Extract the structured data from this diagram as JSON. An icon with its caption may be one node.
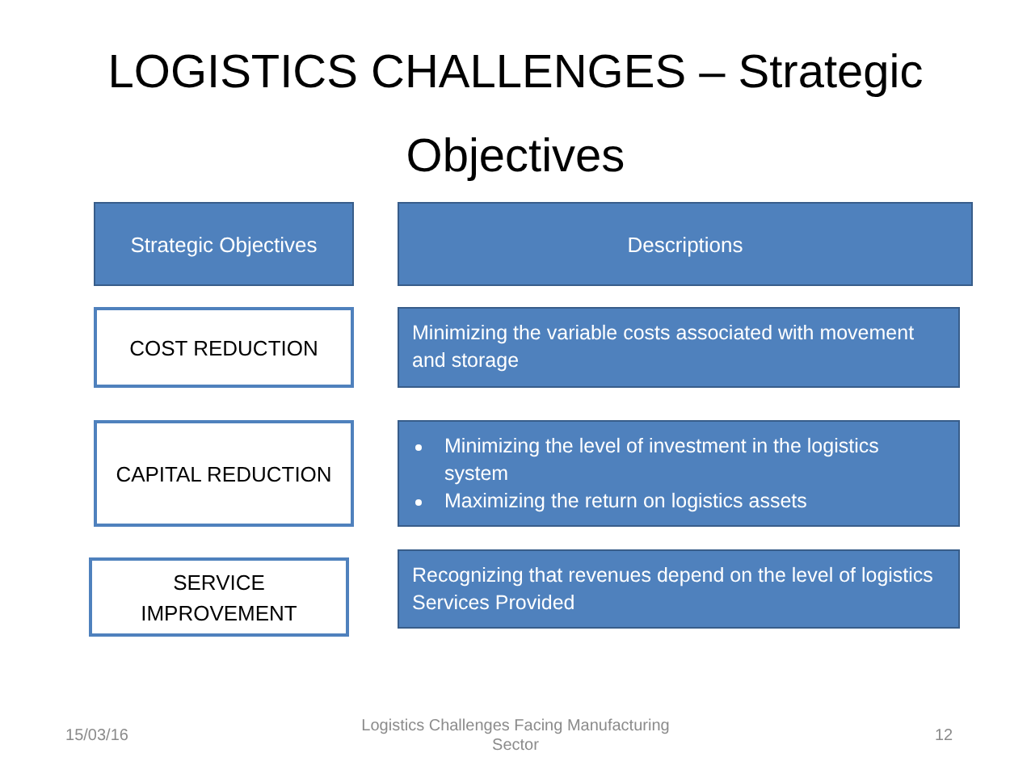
{
  "diagram": {
    "title": "LOGISTICS CHALLENGES – Strategic Objectives",
    "nodes": [
      {
        "text": [
          "Strategic Objectives"
        ]
      },
      {
        "text": [
          "Descriptions"
        ]
      },
      {
        "text": [
          "COST REDUCTION"
        ]
      },
      {
        "text": [
          "Minimizing the variable costs associated with movement and storage"
        ]
      },
      {
        "text": [
          "CAPITAL REDUCTION"
        ]
      },
      {
        "text": [
          "Minimizing the level of investment in the logistics system",
          "Maximizing the return on logistics assets"
        ]
      },
      {
        "text": [
          "SERVICE IMPROVEMENT"
        ]
      },
      {
        "text": [
          "Recognizing that revenues depend on the level of logistics Services Provided"
        ]
      }
    ],
    "labels": [
      "15/03/16",
      "Logistics Challenges Facing Manufacturing Sector",
      "12"
    ]
  }
}
